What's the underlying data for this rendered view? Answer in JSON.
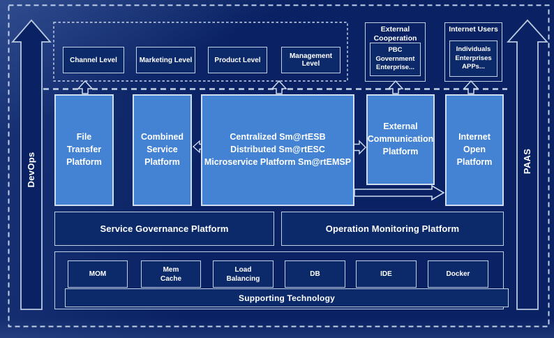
{
  "colors": {
    "background": "#0a2263",
    "platform_fill": "#4483d3",
    "box_border": "#c7d6ea",
    "dashed_border": "#c3d2e8",
    "text": "#ffffff"
  },
  "side_rails": {
    "left": "DevOps",
    "right": "PAAS"
  },
  "user_layer": {
    "levels": [
      {
        "label": "Channel Level"
      },
      {
        "label": "Marketing Level"
      },
      {
        "label": "Product Level"
      },
      {
        "label": "Management Level"
      }
    ],
    "external_cooperation": {
      "title": "External\nCooperation",
      "members": "PBC Government\nEnterprise..."
    },
    "internet_users": {
      "title": "Internet Users",
      "members": "Individuals\nEnterprises\nAPPs..."
    }
  },
  "platform_layer": {
    "file_transfer": "File\nTransfer\nPlatform",
    "combined_service": "Combined\nService\nPlatform",
    "central_esb": "Centralized Sm@rtESB\nDistributed Sm@rtESC\nMicroservice Platform Sm@rtEMSP",
    "external_communication": "External\nCommunication\nPlatform",
    "internet_open": "Internet\nOpen\nPlatform"
  },
  "management_layer": {
    "service_governance": "Service Governance Platform",
    "operation_monitoring": "Operation Monitoring Platform"
  },
  "supporting_layer": {
    "title": "Supporting Technology",
    "technologies": [
      "MOM",
      "Mem\nCache",
      "Load\nBalancing",
      "DB",
      "IDE",
      "Docker"
    ]
  }
}
